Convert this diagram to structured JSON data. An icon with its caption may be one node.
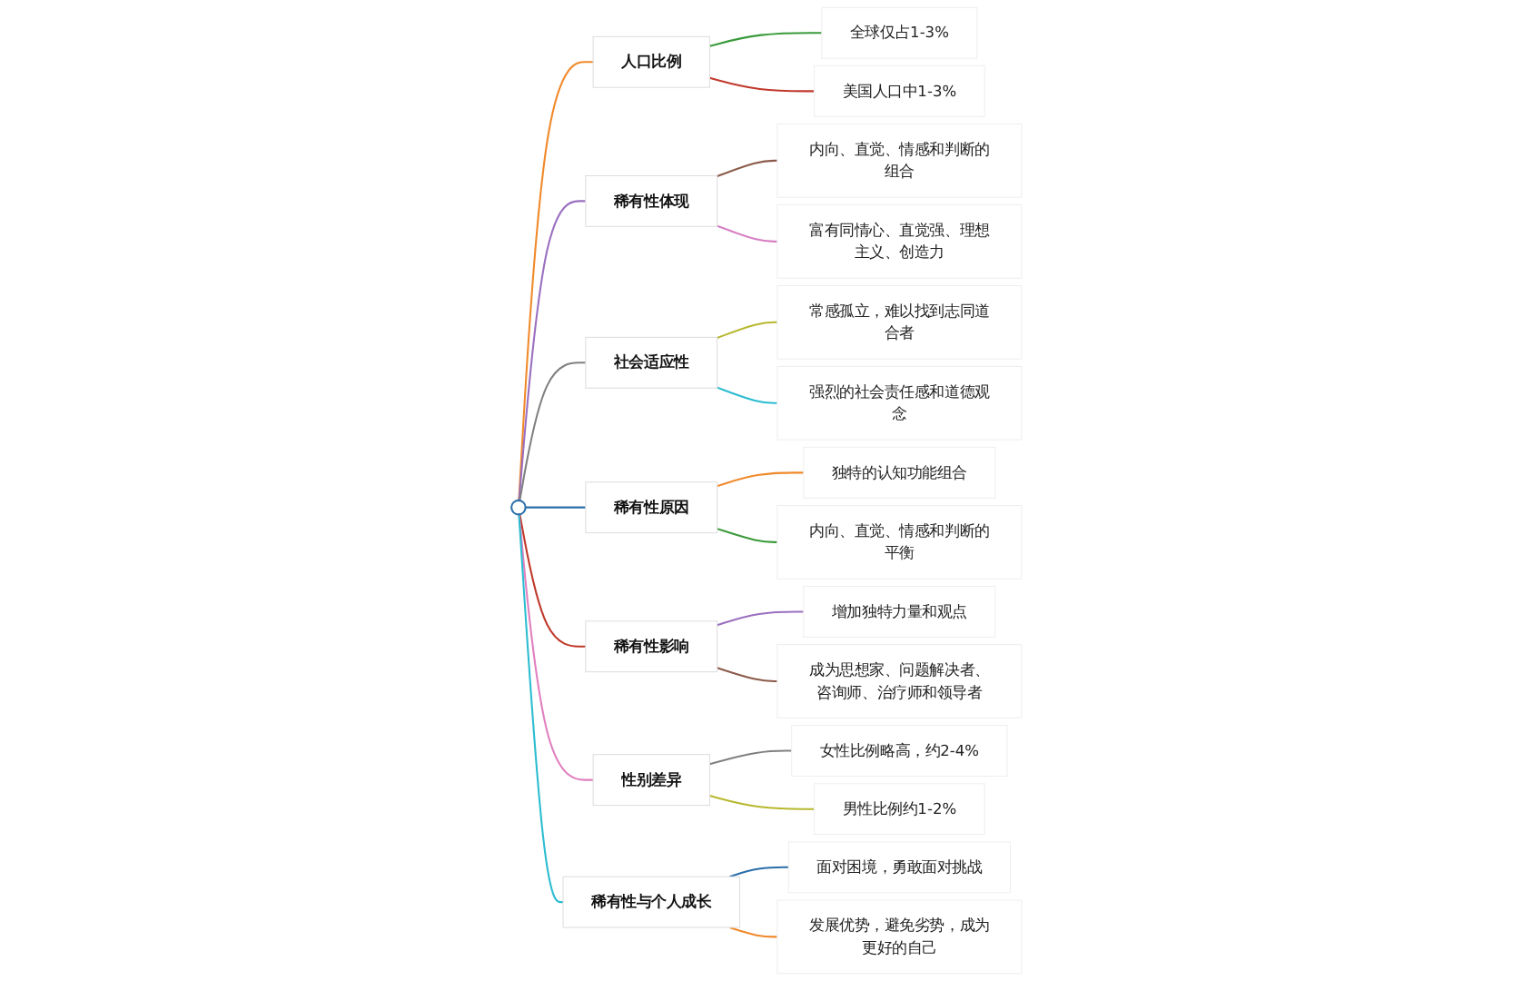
{
  "diagram": {
    "nodes": [
      {
        "text": [],
        "shape": "circle"
      },
      {
        "text": [
          "人口比例"
        ]
      },
      {
        "text": [
          "全球仅占1-3%"
        ]
      },
      {
        "text": [
          "美国人口中1-3%"
        ]
      },
      {
        "text": [
          "稀有性体现"
        ]
      },
      {
        "text": [
          "内向、直觉、情感和判断的组合"
        ]
      },
      {
        "text": [
          "富有同情心、直觉强、理想主义、创造力"
        ]
      },
      {
        "text": [
          "社会适应性"
        ]
      },
      {
        "text": [
          "常感孤立，难以找到志同道合者"
        ]
      },
      {
        "text": [
          "强烈的社会责任感和道德观念"
        ]
      },
      {
        "text": [
          "稀有性原因"
        ]
      },
      {
        "text": [
          "独特的认知功能组合"
        ]
      },
      {
        "text": [
          "内向、直觉、情感和判断的平衡"
        ]
      },
      {
        "text": [
          "稀有性影响"
        ]
      },
      {
        "text": [
          "增加独特力量和观点"
        ]
      },
      {
        "text": [
          "成为思想家、问题解决者、咨询师、治疗师和领导者"
        ]
      },
      {
        "text": [
          "性别差异"
        ]
      },
      {
        "text": [
          "女性比例略高，约2-4%"
        ]
      },
      {
        "text": [
          "男性比例约1-2%"
        ]
      },
      {
        "text": [
          "稀有性与个人成长"
        ]
      },
      {
        "text": [
          "面对困境，勇敢面对挑战"
        ]
      },
      {
        "text": [
          "发展优势，避免劣势，成为更好的自己"
        ]
      }
    ],
    "edges": [
      {
        "from": 0,
        "to": 1,
        "arrow": "none",
        "color": "#f0892a"
      },
      {
        "from": 1,
        "to": 2,
        "arrow": "none",
        "color": "#3a9a3a"
      },
      {
        "from": 1,
        "to": 3,
        "arrow": "none",
        "color": "#c0392b"
      },
      {
        "from": 0,
        "to": 4,
        "arrow": "none",
        "color": "#9a6fc0"
      },
      {
        "from": 4,
        "to": 5,
        "arrow": "none",
        "color": "#8b5a4a"
      },
      {
        "from": 4,
        "to": 6,
        "arrow": "none",
        "color": "#d77fc4"
      },
      {
        "from": 0,
        "to": 7,
        "arrow": "none",
        "color": "#808080"
      },
      {
        "from": 7,
        "to": 8,
        "arrow": "none",
        "color": "#b8b830"
      },
      {
        "from": 7,
        "to": 9,
        "arrow": "none",
        "color": "#2bbcd0"
      },
      {
        "from": 0,
        "to": 10,
        "arrow": "none",
        "color": "#2a6ea8"
      },
      {
        "from": 10,
        "to": 11,
        "arrow": "none",
        "color": "#f0892a"
      },
      {
        "from": 10,
        "to": 12,
        "arrow": "none",
        "color": "#3a9a3a"
      },
      {
        "from": 0,
        "to": 13,
        "arrow": "none",
        "color": "#c0392b"
      },
      {
        "from": 13,
        "to": 14,
        "arrow": "none",
        "color": "#9a6fc0"
      },
      {
        "from": 13,
        "to": 15,
        "arrow": "none",
        "color": "#8b5a4a"
      },
      {
        "from": 0,
        "to": 16,
        "arrow": "none",
        "color": "#e07fbf"
      },
      {
        "from": 16,
        "to": 17,
        "arrow": "none",
        "color": "#808080"
      },
      {
        "from": 16,
        "to": 18,
        "arrow": "none",
        "color": "#b8b830"
      },
      {
        "from": 0,
        "to": 19,
        "arrow": "none",
        "color": "#2bbcd0"
      },
      {
        "from": 19,
        "to": 20,
        "arrow": "none",
        "color": "#2a6ea8"
      },
      {
        "from": 19,
        "to": 21,
        "arrow": "none",
        "color": "#f0892a"
      }
    ]
  }
}
